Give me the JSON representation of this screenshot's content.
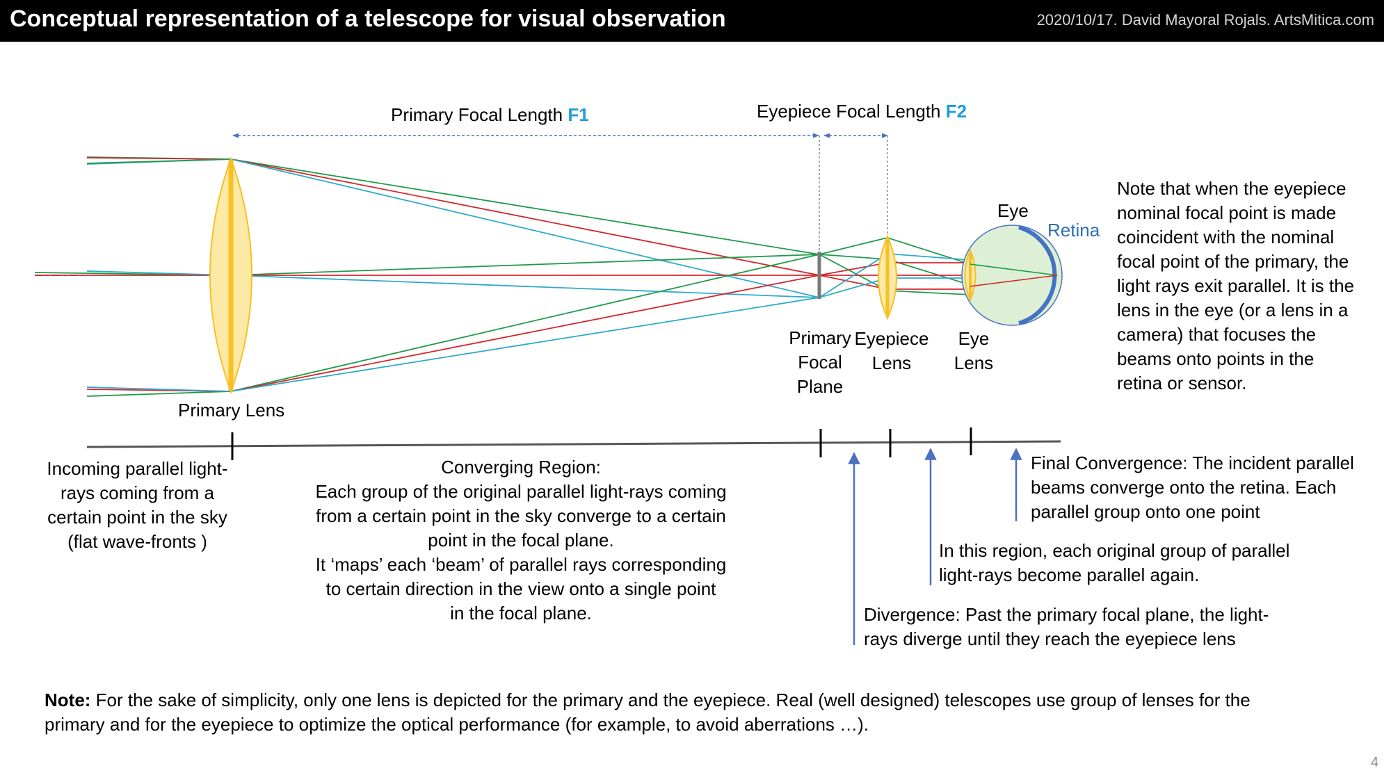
{
  "header": {
    "title": "Conceptual representation of a telescope for visual observation",
    "credit": "2020/10/17. David Mayoral Rojals. ArtsMitica.com"
  },
  "dimensions": {
    "primary_focal_length_prefix": "Primary Focal Length ",
    "primary_focal_length_symbol": "F1",
    "eyepiece_focal_length_prefix": "Eyepiece Focal Length ",
    "eyepiece_focal_length_symbol": "F2"
  },
  "component_labels": {
    "eye": "Eye",
    "retina": "Retina",
    "primary_lens": "Primary Lens",
    "primary_focal_plane": [
      "Primary",
      "Focal",
      "Plane"
    ],
    "eyepiece_lens": [
      "Eyepiece",
      "Lens"
    ],
    "eye_lens": [
      "Eye",
      "Lens"
    ]
  },
  "side_note": [
    "Note that when the eyepiece",
    "nominal focal point is made",
    "coincident with the nominal",
    "focal point of the primary, the",
    "light rays exit parallel. It is the",
    "lens in the eye (or a lens in a",
    "camera) that focuses the",
    "beams onto points in the",
    "retina or sensor."
  ],
  "regions": {
    "incoming": [
      "Incoming parallel light-",
      "rays coming from a",
      "certain point in the sky",
      "(flat wave-fronts )"
    ],
    "converging": [
      "Converging Region:",
      "Each group of the original parallel light-rays coming",
      "from a certain point in the sky converge to a certain",
      "point in the focal plane.",
      "It ‘maps’ each ‘beam’ of parallel rays corresponding",
      "to certain direction in the view onto a single point",
      "in the focal plane."
    ],
    "final_convergence": [
      "Final Convergence: The incident parallel",
      "beams converge onto the retina. Each",
      "parallel group onto one point"
    ],
    "parallel_again": [
      "In this region, each original group of parallel",
      "light-rays become parallel again."
    ],
    "divergence": [
      "Divergence: Past the primary focal plane, the light-",
      "rays diverge until they reach the eyepiece lens"
    ]
  },
  "footer_note": {
    "label": "Note:",
    "line1": " For the sake of simplicity, only one lens is depicted for the primary and the eyepiece. Real (well designed) telescopes use group of lenses for the",
    "line2": "primary and for the eyepiece to optimize the optical performance (for example, to avoid aberrations …)."
  },
  "slide_number": "4",
  "colors": {
    "ray_green": "#1e9a4a",
    "ray_red": "#d6262b",
    "ray_cyan": "#2eaac9",
    "lens_fill": "#fde9a6",
    "lens_core": "#f6c126",
    "eye_fill": "#ddefd4",
    "retina": "#4472c4",
    "arrow": "#4a72c0",
    "accent": "#1f9ed8"
  }
}
